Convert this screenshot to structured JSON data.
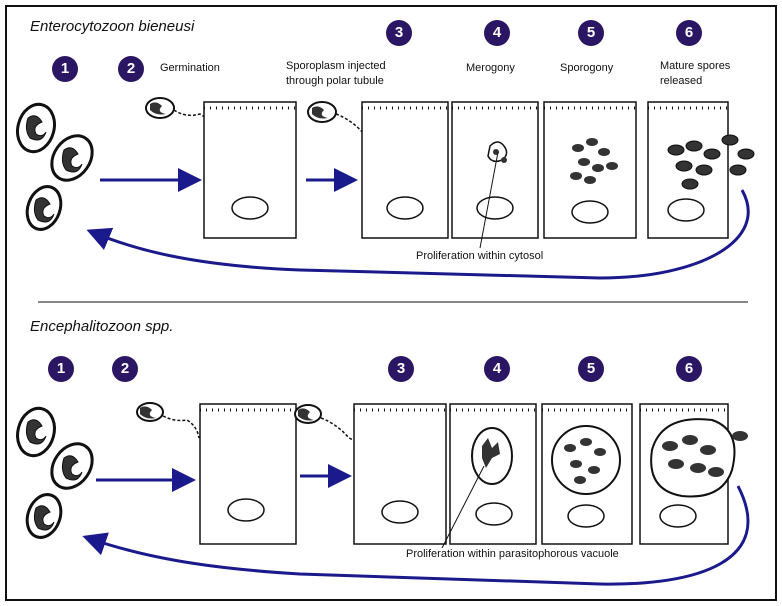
{
  "colors": {
    "accent": "#2b1663",
    "arrow": "#1a1a8c",
    "border": "#111111",
    "separator": "#888888"
  },
  "panel1": {
    "title": "Enterocytozoon bieneusi",
    "steps": [
      "1",
      "2",
      "3",
      "4",
      "5",
      "6"
    ],
    "labels": {
      "germination": "Germination",
      "injected_1": "Sporoplasm injected",
      "injected_2": "through polar tubule",
      "merogony": "Merogony",
      "sporogony": "Sporogony",
      "released_1": "Mature spores",
      "released_2": "released",
      "proliferation": "Proliferation within cytosol"
    }
  },
  "panel2": {
    "title": "Encephalitozoon spp.",
    "steps": [
      "1",
      "2",
      "3",
      "4",
      "5",
      "6"
    ],
    "labels": {
      "proliferation": "Proliferation within parasitophorous vacuole"
    }
  }
}
